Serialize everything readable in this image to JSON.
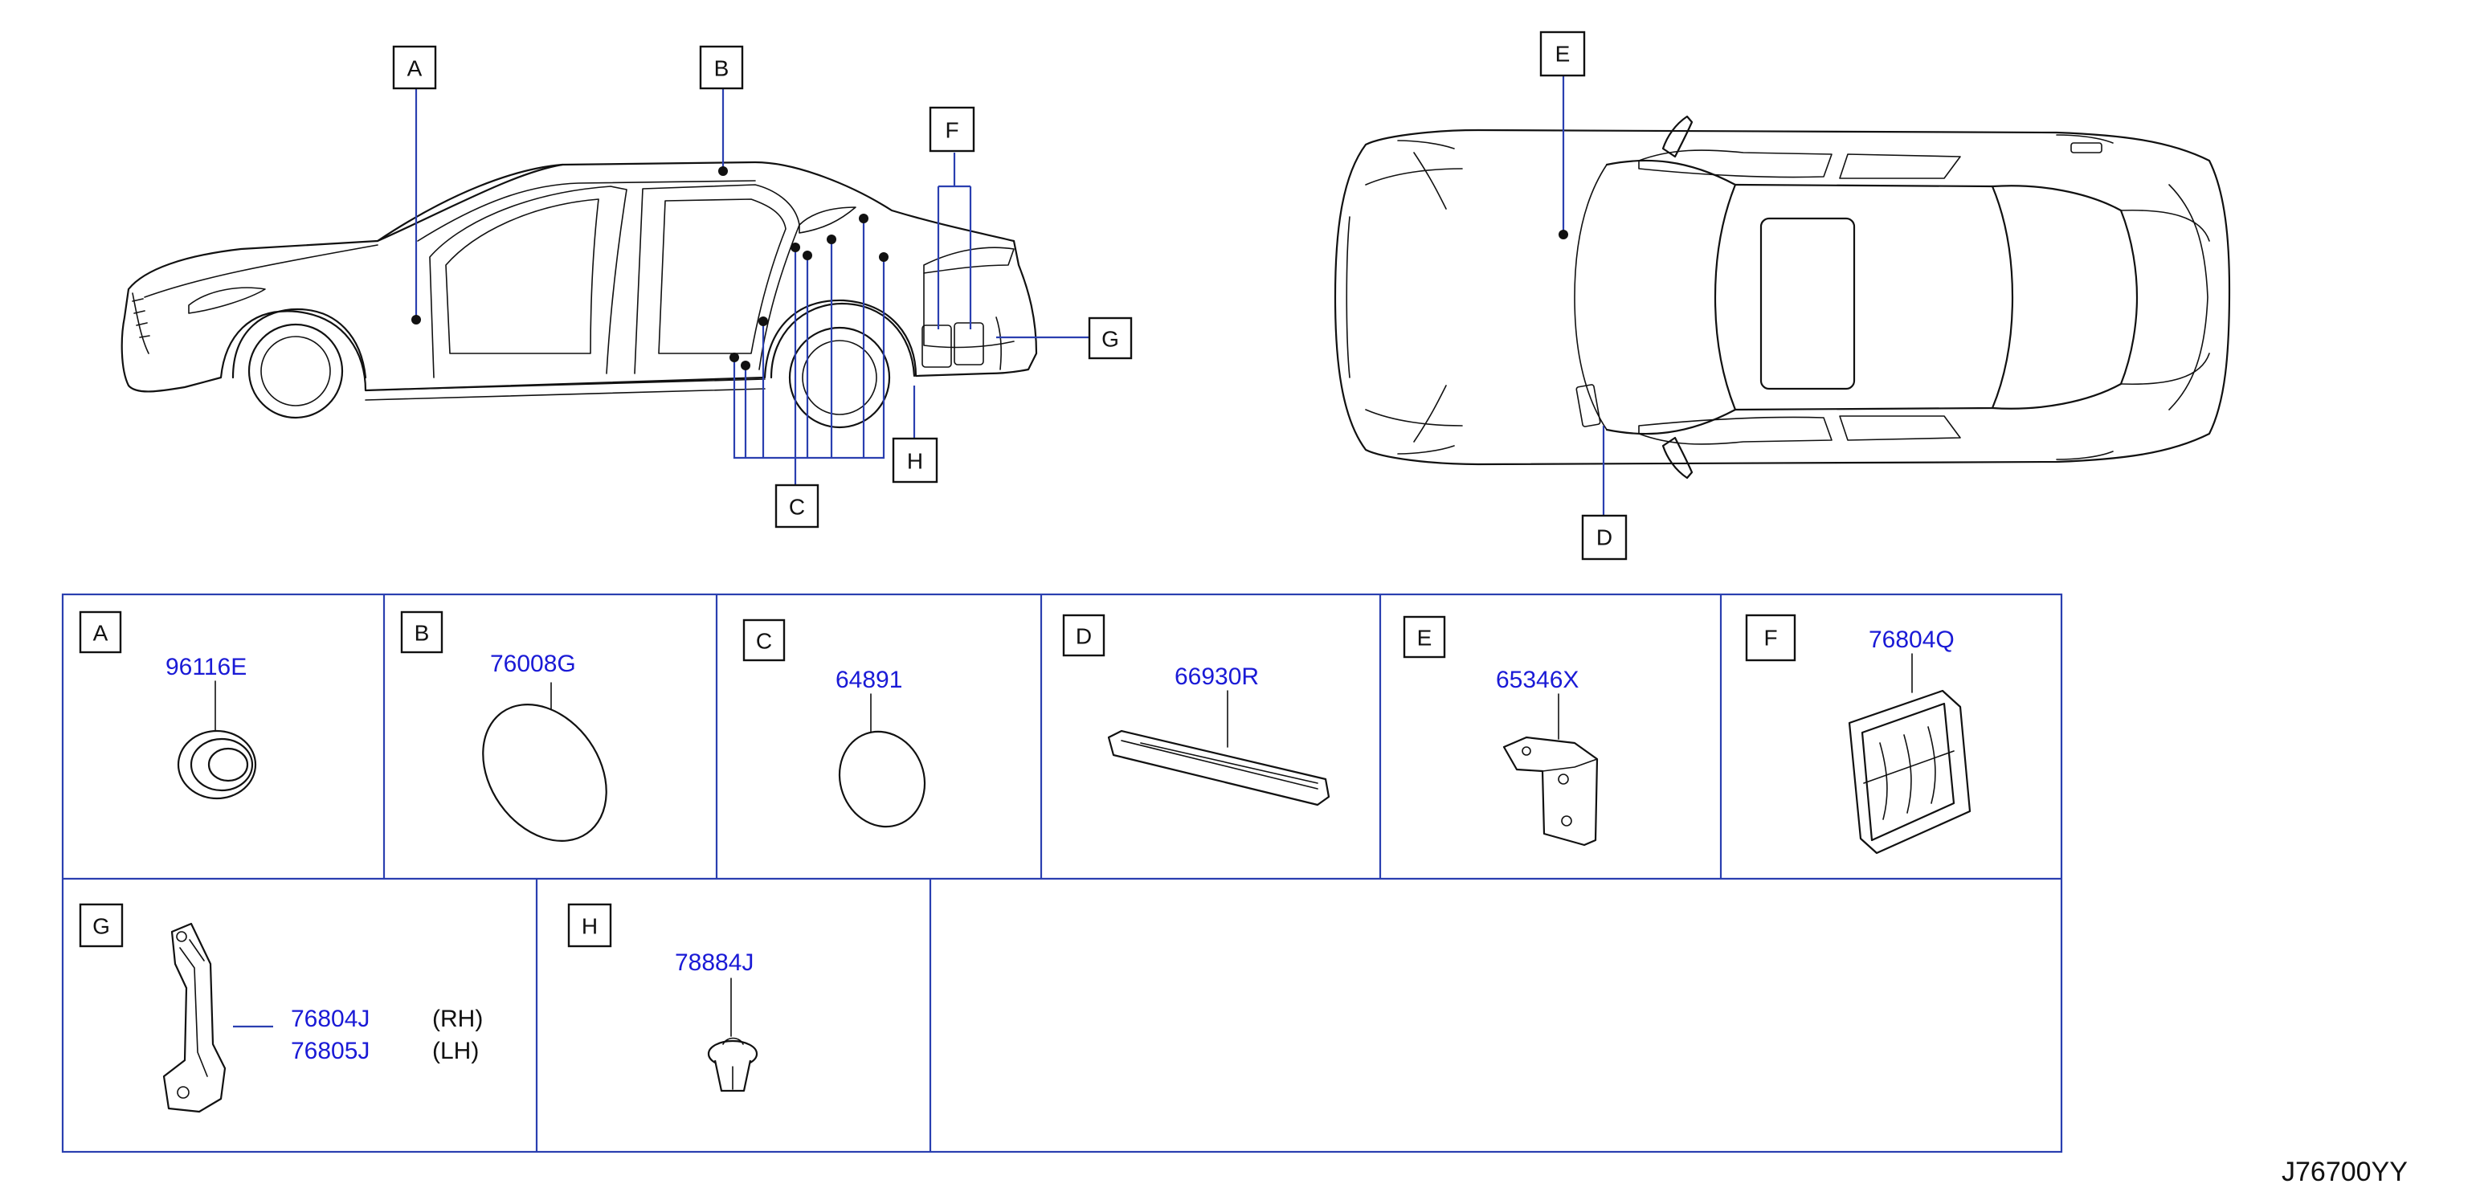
{
  "diagram_code": "J76700YY",
  "callouts": {
    "a": "A",
    "b": "B",
    "c": "C",
    "d": "D",
    "e": "E",
    "f": "F",
    "g": "G",
    "h": "H"
  },
  "parts": [
    {
      "key": "A",
      "part_numbers": [
        "96116E"
      ]
    },
    {
      "key": "B",
      "part_numbers": [
        "76008G"
      ]
    },
    {
      "key": "C",
      "part_numbers": [
        "64891"
      ]
    },
    {
      "key": "D",
      "part_numbers": [
        "66930R"
      ]
    },
    {
      "key": "E",
      "part_numbers": [
        "65346X"
      ]
    },
    {
      "key": "F",
      "part_numbers": [
        "76804Q"
      ]
    },
    {
      "key": "G",
      "part_numbers": [
        "76804J",
        "76805J"
      ],
      "sides": [
        "(RH)",
        "(LH)"
      ]
    },
    {
      "key": "H",
      "part_numbers": [
        "78884J"
      ]
    }
  ],
  "icons": {
    "side_view": "car-side-view-illustration",
    "top_view": "car-top-view-illustration"
  }
}
